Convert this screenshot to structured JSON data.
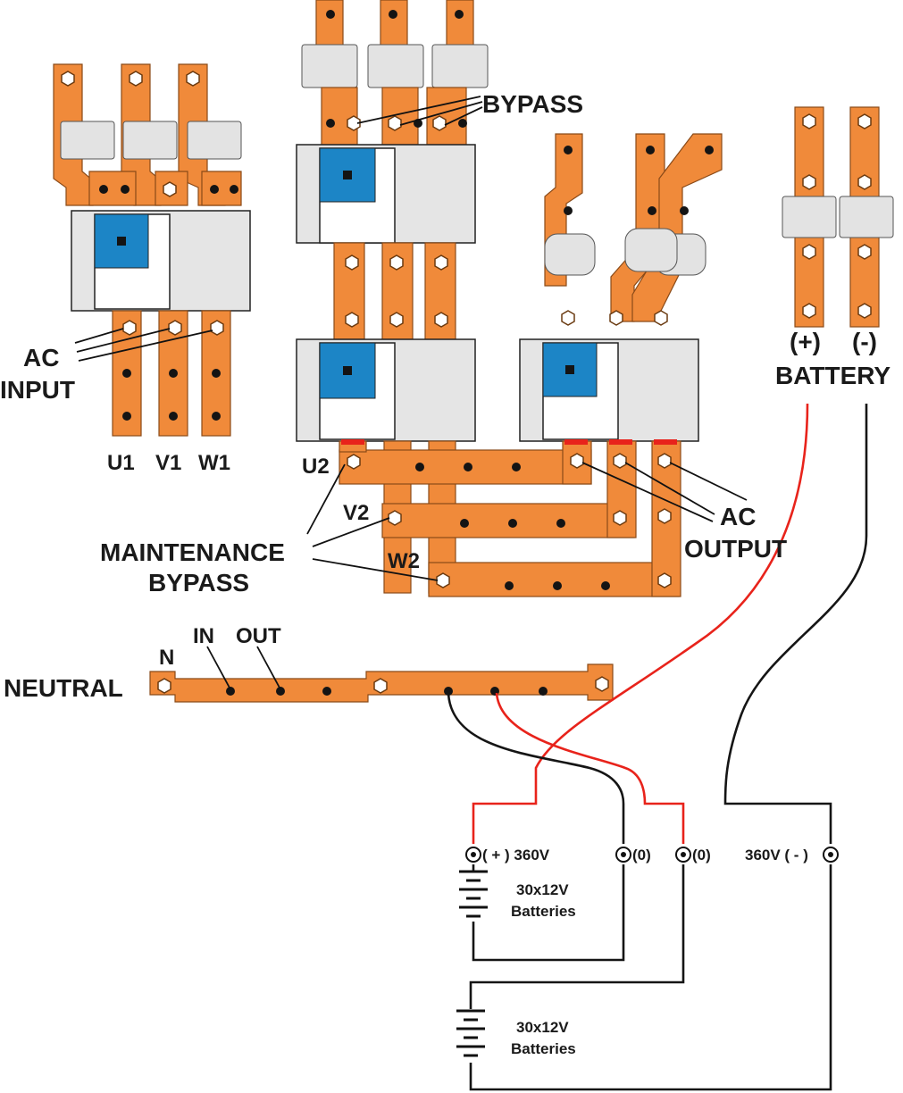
{
  "labels": {
    "bypass": "BYPASS",
    "ac_input_1": "AC",
    "ac_input_2": "INPUT",
    "u1": "U1",
    "v1": "V1",
    "w1": "W1",
    "u2": "U2",
    "v2": "V2",
    "w2": "W2",
    "maintenance_1": "MAINTENANCE",
    "maintenance_2": "BYPASS",
    "ac_output_1": "AC",
    "ac_output_2": "OUTPUT",
    "battery_plus": "(+)",
    "battery_minus": "(-)",
    "battery": "BATTERY",
    "neutral": "NEUTRAL",
    "n": "N",
    "in": "IN",
    "out": "OUT",
    "term_plus_360": "( + ) 360V",
    "term_zero_a": "(0)",
    "term_zero_b": "(0)",
    "term_minus_360": "360V ( - )",
    "bank1_line1": "30x12V",
    "bank1_line2": "Batteries",
    "bank2_line1": "30x12V",
    "bank2_line2": "Batteries"
  },
  "colors": {
    "busbar": "#f08a3a",
    "switch_indicator": "#1c85c6",
    "wire_positive": "#e8231b",
    "wire_negative": "#151515"
  }
}
